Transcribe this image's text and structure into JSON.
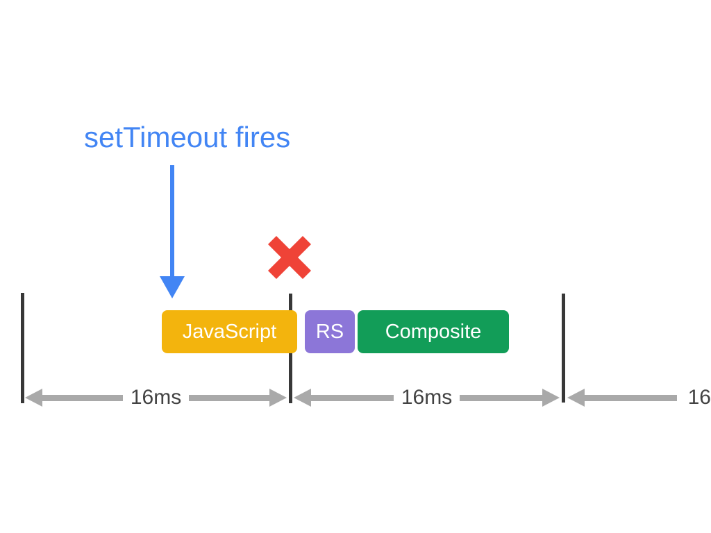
{
  "diagram": {
    "annotation": "setTimeout fires",
    "frame_tasks": [
      {
        "label": "JavaScript",
        "color": "#F3B40D"
      },
      {
        "label": "RS",
        "color": "#8C76D8"
      },
      {
        "label": "Composite",
        "color": "#129D58"
      }
    ],
    "intervals": [
      {
        "label": "16ms"
      },
      {
        "label": "16ms"
      },
      {
        "label": "16"
      }
    ],
    "icons": {
      "pointer": "down-arrow-icon",
      "blocked": "x-mark-icon",
      "interval_ends": "left/right arrowhead triangles"
    },
    "colors": {
      "annotation_blue": "#4285F4",
      "arrow_blue": "#4285F4",
      "x_red": "#EF4337",
      "task_javascript": "#F3B40D",
      "task_rs": "#8C76D8",
      "task_composite": "#129D58",
      "frame_tick": "#383838",
      "measure_arrow": "#A9A9A9",
      "measure_label": "#424242"
    }
  }
}
